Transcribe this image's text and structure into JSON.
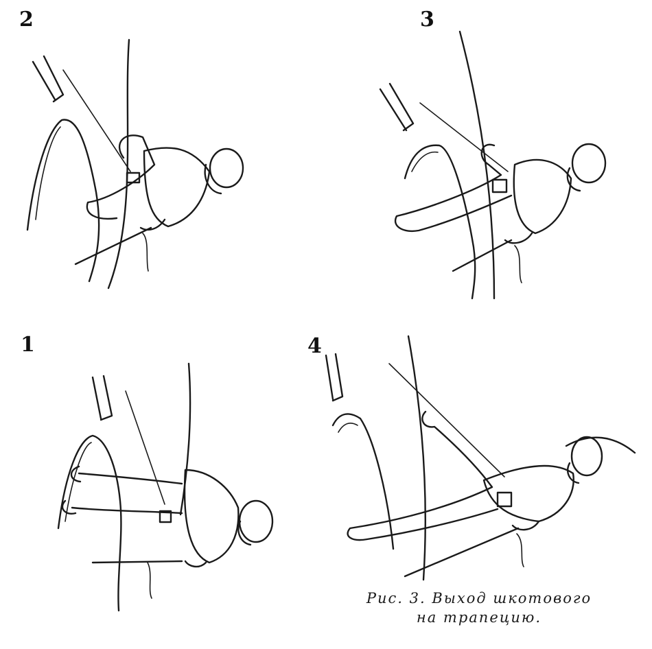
{
  "figures": [
    {
      "id": "2",
      "label": "2"
    },
    {
      "id": "3",
      "label": "3"
    },
    {
      "id": "1",
      "label": "1"
    },
    {
      "id": "4",
      "label": "4"
    }
  ],
  "caption": {
    "line1": "Рис. 3. Выход   шкотового",
    "line2": "на трапецию."
  },
  "colors": {
    "ink": "#1a1a1a",
    "background": "#ffffff"
  }
}
